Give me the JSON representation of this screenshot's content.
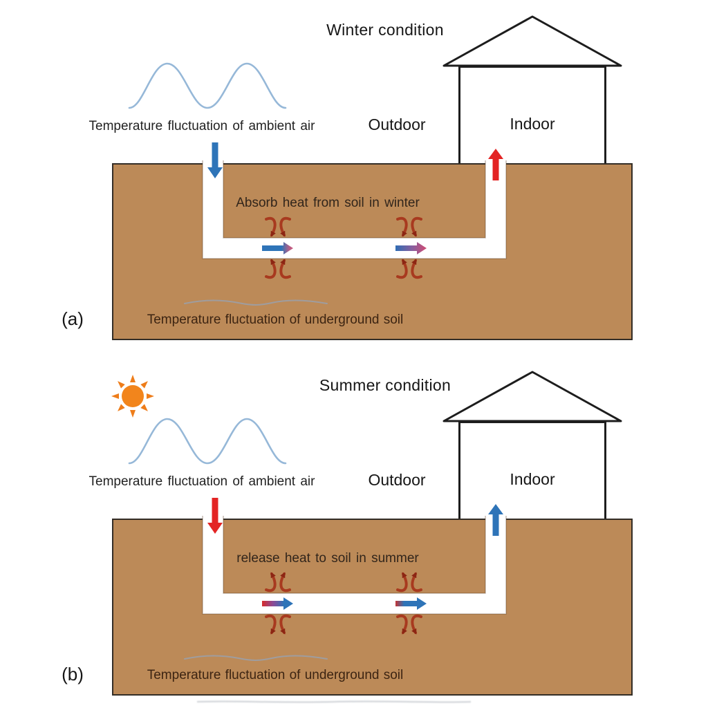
{
  "panels": [
    {
      "label": "(a)",
      "title": "Winter condition",
      "outdoor": "Outdoor",
      "indoor": "Indoor",
      "ambient_caption": "Temperature fluctuation of ambient air",
      "pipe_caption": "Absorb heat from soil in winter",
      "underground_caption": "Temperature fluctuation of underground soil"
    },
    {
      "label": "(b)",
      "title": "Summer condition",
      "outdoor": "Outdoor",
      "indoor": "Indoor",
      "ambient_caption": "Temperature fluctuation of ambient air",
      "pipe_caption": "release heat to soil in summer",
      "underground_caption": "Temperature fluctuation of underground soil"
    }
  ],
  "colors": {
    "soil_brown": "#bc8a58",
    "soil_border": "#332d26",
    "house_outline": "#1d1d1d",
    "cold_air_blue": "#2e74b8",
    "hot_air_red": "#e32424",
    "warmed_air_pink": "#c9557a",
    "heat_flow_arrow_red": "#a83a1f",
    "heat_flow_arrowhead": "#8c2613",
    "ambient_wave_blue": "#96b8d8",
    "underground_wave_gray": "#9aa0ab",
    "sun_orange": "#f2851c"
  }
}
